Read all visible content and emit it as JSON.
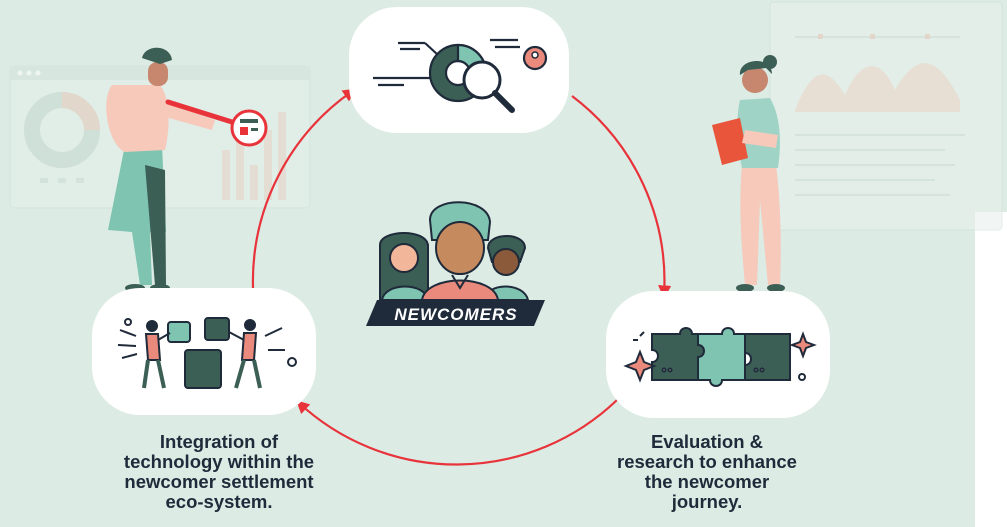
{
  "center": {
    "label": "NEWCOMERS",
    "icon": "group-of-people-icon"
  },
  "nodes": [
    {
      "icon": "research-magnifier-icon"
    },
    {
      "icon": "puzzle-pieces-icon"
    },
    {
      "icon": "people-assembling-blocks-icon"
    }
  ],
  "captions": {
    "left": [
      "Integration of",
      "technology within the",
      "newcomer settlement",
      "eco-system."
    ],
    "right": [
      "Evaluation &",
      "research to enhance",
      "the newcomer",
      "journey."
    ]
  },
  "colors": {
    "background_panel": "#dcebe4",
    "cycle_arrow": "#e8333b",
    "node_fill": "#ffffff",
    "dark_teal": "#3b5e55",
    "mint": "#7fc3b1",
    "coral": "#e98a7c",
    "text": "#1f2a3a"
  }
}
